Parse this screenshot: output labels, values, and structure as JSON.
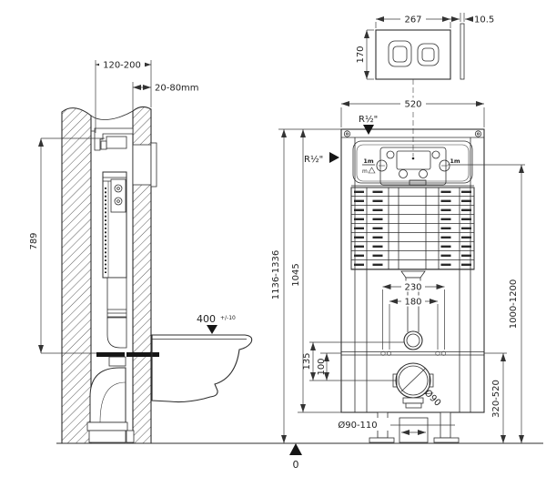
{
  "drawing": {
    "plate": {
      "width": "267",
      "height": "170",
      "thickness": "10.5"
    },
    "front": {
      "frame_width": "520",
      "inlet_top": "R½\"",
      "inlet_side": "R½\"",
      "hose_left": "1m",
      "hose_left_note": "m",
      "hose_right": "1m",
      "overall_height": "1136-1336",
      "frame_height": "1045",
      "inlet_height": "1000-1200",
      "outlet_range": "320-520",
      "fixing_outer": "230",
      "fixing_inner": "180",
      "bend_offset": "135",
      "rail_offset": "100",
      "outlet_dia": "Ø90",
      "waste_dia": "Ø90-110",
      "datum": "0"
    },
    "side": {
      "depth": "120-200",
      "finish": "20-80mm",
      "fixing_height": "789",
      "rim_height": "400",
      "rim_tolerance": "+/-10"
    }
  }
}
